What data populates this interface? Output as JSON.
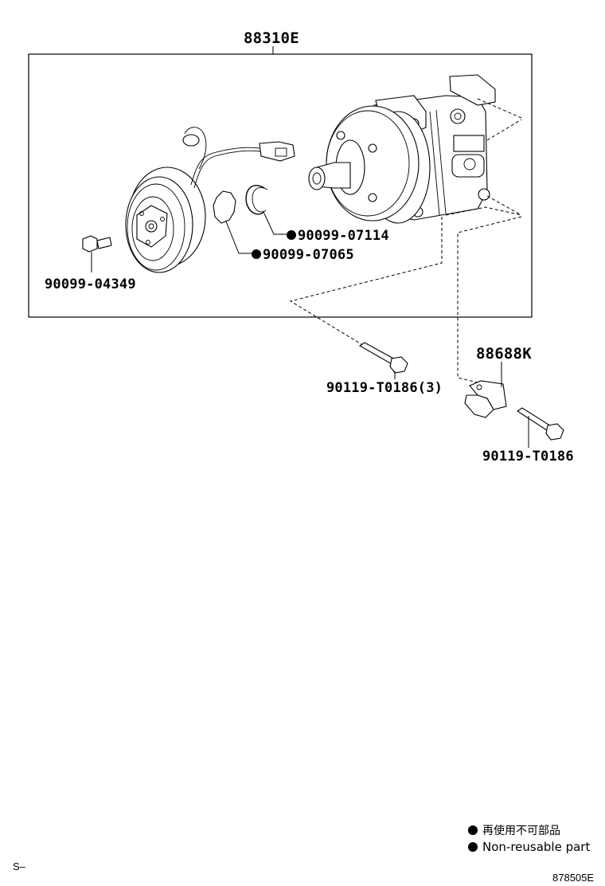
{
  "diagram": {
    "assembly_label": "88310E",
    "parts": [
      {
        "id": "90099-07114",
        "label": "90099-07114",
        "non_reusable": true
      },
      {
        "id": "90099-07065",
        "label": "90099-07065",
        "non_reusable": true
      },
      {
        "id": "90099-04349",
        "label": "90099-04349",
        "non_reusable": false
      },
      {
        "id": "90119-T0186-3",
        "label": "90119-T0186(3)",
        "non_reusable": false
      },
      {
        "id": "88688K",
        "label": "88688K",
        "non_reusable": false
      },
      {
        "id": "90119-T0186",
        "label": "90119-T0186",
        "non_reusable": false
      }
    ]
  },
  "legend": {
    "japanese": "再使用不可部品",
    "english": "Non-reusable part"
  },
  "footer": {
    "left_code": "S–",
    "right_code": "878505E"
  }
}
